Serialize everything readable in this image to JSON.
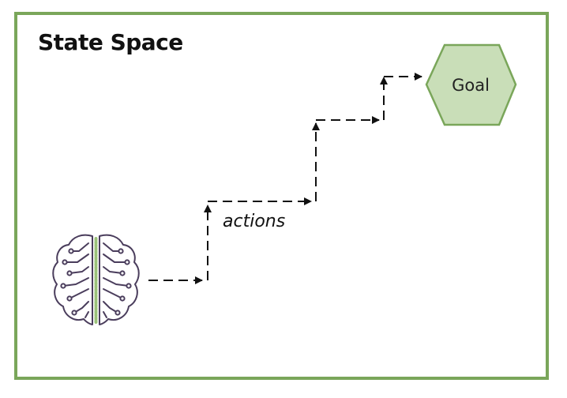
{
  "diagram": {
    "title": "State Space",
    "goal_label": "Goal",
    "action_label": "actions",
    "colors": {
      "frame": "#7aa65a",
      "goal_fill": "#c9deb8",
      "goal_stroke": "#7aa65a",
      "brain_stroke": "#4a3d5c",
      "brain_midline": "#9bc27a",
      "arrow": "#111111"
    },
    "icons": [
      "brain-icon",
      "goal-hexagon"
    ]
  }
}
